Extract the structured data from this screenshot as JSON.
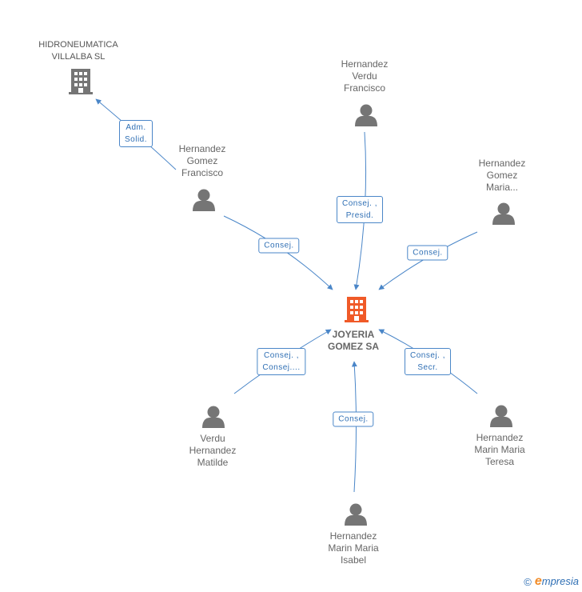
{
  "colors": {
    "edge": "#4a86c8",
    "person": "#757575",
    "company": "#757575",
    "center": "#f05a28"
  },
  "center": {
    "name_line1": "JOYERIA",
    "name_line2": "GOMEZ SA"
  },
  "company": {
    "name_line1": "HIDRONEUMATICA",
    "name_line2": "VILLALBA SL"
  },
  "persons": [
    {
      "id": "p1",
      "lines": [
        "Hernandez",
        "Verdu",
        "Francisco"
      ]
    },
    {
      "id": "p2",
      "lines": [
        "Hernandez",
        "Gomez",
        "Francisco"
      ]
    },
    {
      "id": "p3",
      "lines": [
        "Hernandez",
        "Gomez",
        "Maria..."
      ]
    },
    {
      "id": "p4",
      "lines": [
        "Verdu",
        "Hernandez",
        "Matilde"
      ]
    },
    {
      "id": "p5",
      "lines": [
        "Hernandez",
        "Marin Maria",
        "Isabel"
      ]
    },
    {
      "id": "p6",
      "lines": [
        "Hernandez",
        "Marin Maria",
        "Teresa"
      ]
    }
  ],
  "edges": [
    {
      "id": "e0",
      "lines": [
        "Adm.",
        "Solid."
      ]
    },
    {
      "id": "e1",
      "lines": [
        "Consej. ,",
        "Presid."
      ]
    },
    {
      "id": "e2",
      "lines": [
        "Consej."
      ]
    },
    {
      "id": "e3",
      "lines": [
        "Consej."
      ]
    },
    {
      "id": "e4",
      "lines": [
        "Consej. ,",
        "Consej...."
      ]
    },
    {
      "id": "e5",
      "lines": [
        "Consej."
      ]
    },
    {
      "id": "e6",
      "lines": [
        "Consej. ,",
        "Secr."
      ]
    }
  ],
  "footer": {
    "copyright": "©",
    "brand_initial": "e",
    "brand_rest": "mpresia"
  }
}
